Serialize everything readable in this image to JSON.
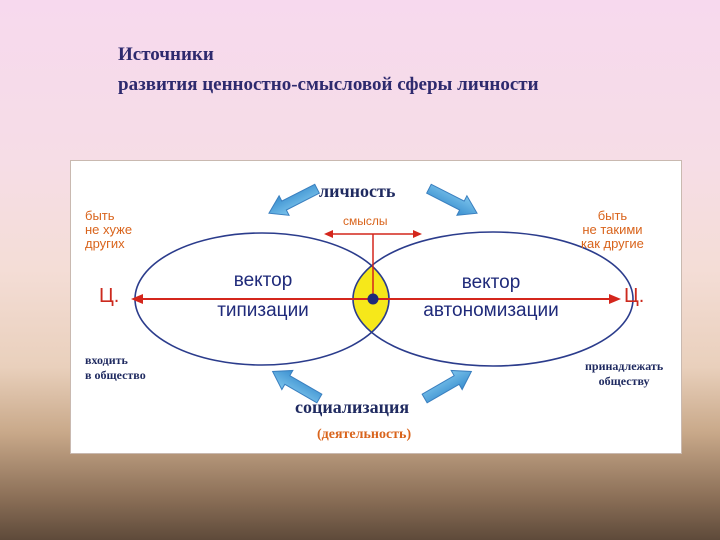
{
  "title": {
    "line1": "Источники",
    "line2": "развития ценностно-смысловой сферы личности"
  },
  "diagram": {
    "top_label": "личность",
    "meanings_label": "смыслы",
    "left_top_note": [
      "быть",
      "не хуже",
      "других"
    ],
    "right_top_note": [
      "быть",
      "не такими",
      "как другие"
    ],
    "left_value": "Ц.",
    "right_value": "Ц.",
    "left_vector": [
      "вектор",
      "типизации"
    ],
    "right_vector": [
      "вектор",
      "автономизации"
    ],
    "left_bottom_note": [
      "входить",
      "в общество"
    ],
    "right_bottom_note": [
      "принадлежать",
      "обществу"
    ],
    "bottom_label": "социализация",
    "bottom_sublabel": "(деятельность)",
    "colors": {
      "axis_red": "#d4261c",
      "ellipse_blue": "#2b3c8c",
      "arrow_blue": "#4aa0d8",
      "center_yellow": "#f6e81a",
      "note_orange": "#d9641c"
    }
  }
}
